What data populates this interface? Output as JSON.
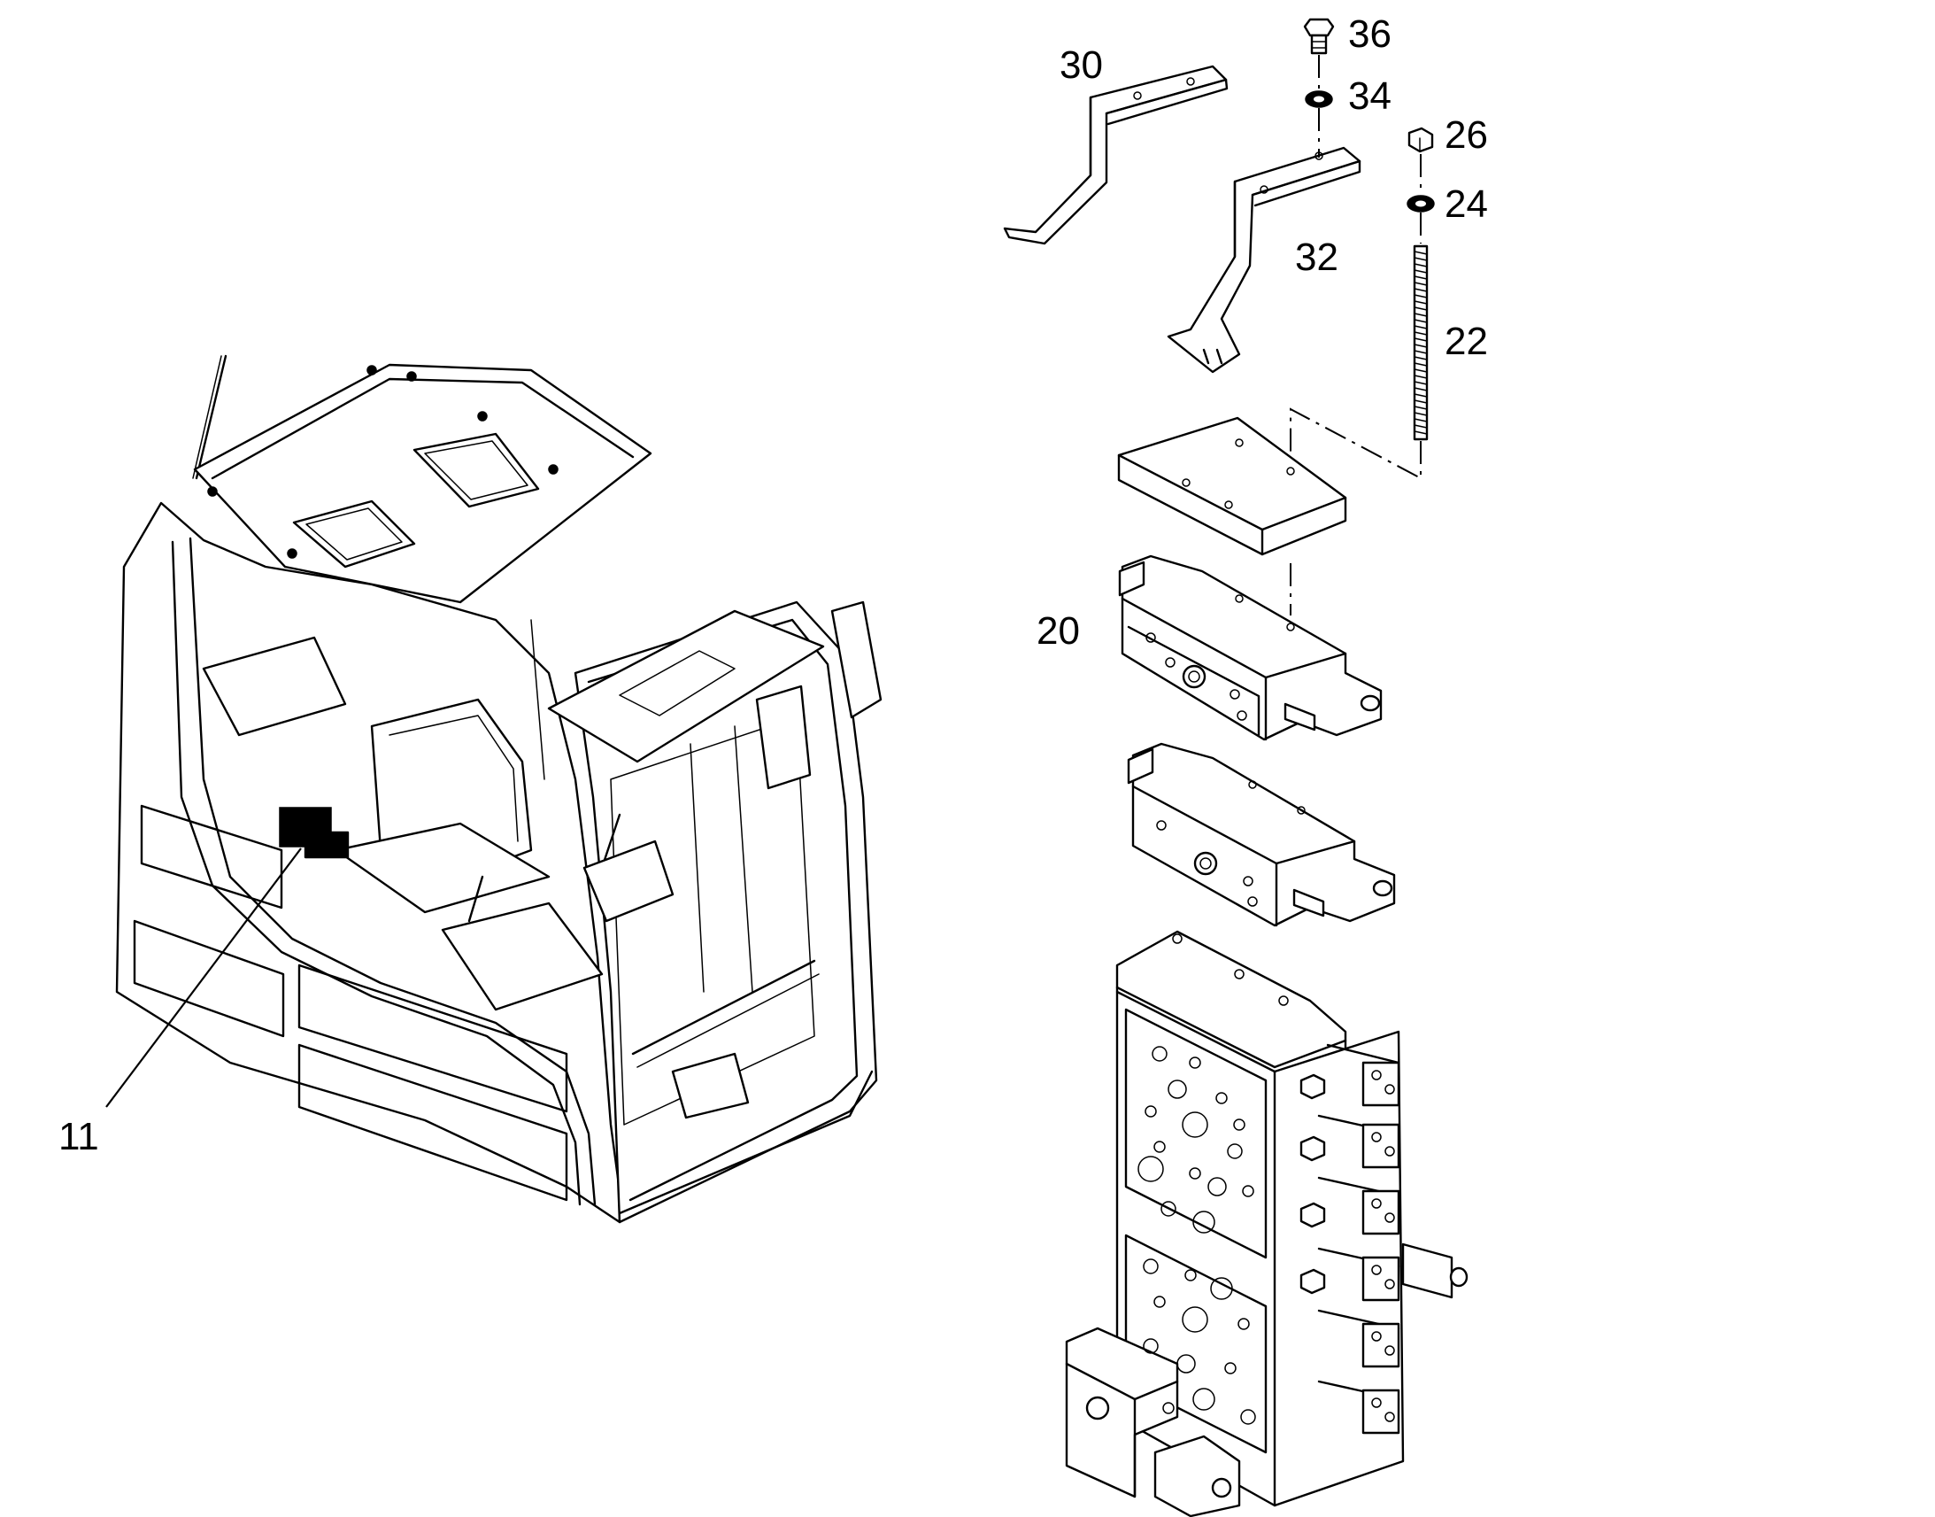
{
  "callouts": {
    "c11": "11",
    "c20": "20",
    "c22": "22",
    "c24": "24",
    "c26": "26",
    "c30": "30",
    "c32": "32",
    "c34": "34",
    "c36": "36"
  },
  "colors": {
    "line": "#000000",
    "background": "#ffffff"
  }
}
